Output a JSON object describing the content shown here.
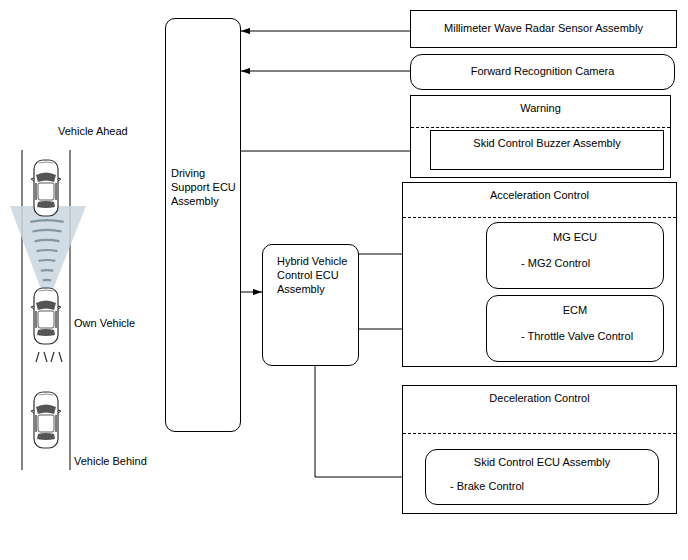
{
  "diagram": {
    "nodes": [
      {
        "text": [
          "Driving Support ECU Assembly"
        ]
      },
      {
        "text": [
          "Millimeter Wave Radar Sensor Assembly"
        ]
      },
      {
        "text": [
          "Forward Recognition Camera"
        ]
      },
      {
        "text": [
          "Warning"
        ]
      },
      {
        "text": [
          "Skid Control Buzzer Assembly"
        ],
        "in": 3
      },
      {
        "text": [
          "Acceleration Control"
        ]
      },
      {
        "text": [
          "MG ECU",
          "- MG2 Control"
        ],
        "in": 5
      },
      {
        "text": [
          "ECM",
          "- Throttle Valve Control"
        ],
        "in": 5
      },
      {
        "text": [
          "Hybrid Vehicle Control ECU Assembly"
        ]
      },
      {
        "text": [
          "Deceleration Control"
        ]
      },
      {
        "text": [
          "Skid Control ECU Assembly",
          "- Brake Control"
        ],
        "in": 9
      }
    ],
    "edges": [
      {
        "from": 1,
        "to": 0,
        "arrow": "to"
      },
      {
        "from": 2,
        "to": 0,
        "arrow": "to"
      },
      {
        "from": 0,
        "to": 4,
        "arrow": "to"
      },
      {
        "from": 0,
        "to": 8,
        "arrow": "to"
      },
      {
        "from": 8,
        "to": 6,
        "arrow": "to"
      },
      {
        "from": 8,
        "to": 7,
        "arrow": "to"
      },
      {
        "from": 8,
        "to": 10,
        "arrow": "to"
      }
    ],
    "labels": [
      "Vehicle Ahead",
      "Own Vehicle",
      "Vehicle Behind"
    ]
  }
}
